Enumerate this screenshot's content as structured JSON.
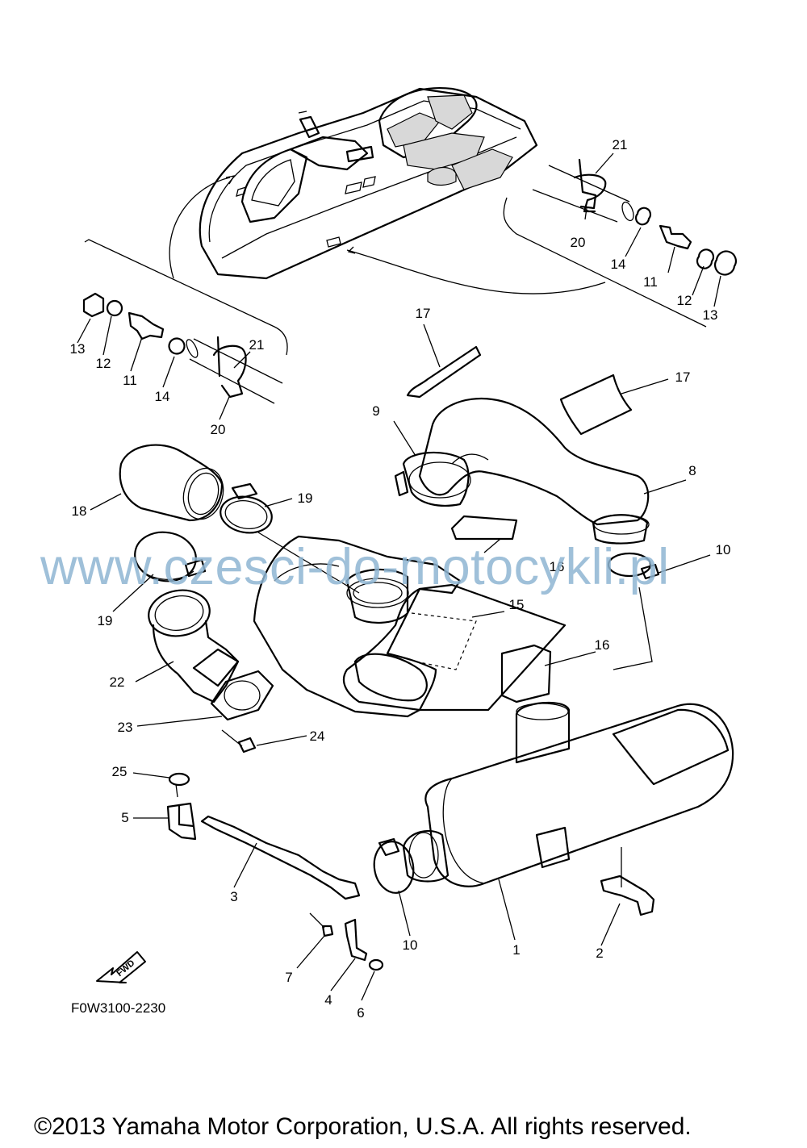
{
  "diagram": {
    "part_labels": {
      "p1": "1",
      "p2": "2",
      "p3": "3",
      "p4": "4",
      "p5": "5",
      "p6": "6",
      "p7": "7",
      "p8": "8",
      "p9": "9",
      "p10a": "10",
      "p10b": "10",
      "p11a": "11",
      "p11b": "11",
      "p12a": "12",
      "p12b": "12",
      "p13a": "13",
      "p13b": "13",
      "p14a": "14",
      "p14b": "14",
      "p15": "15",
      "p16a": "16",
      "p16b": "16",
      "p17a": "17",
      "p17b": "17",
      "p18": "18",
      "p19a": "19",
      "p19b": "19",
      "p20a": "20",
      "p20b": "20",
      "p21a": "21",
      "p21b": "21",
      "p22": "22",
      "p23": "23",
      "p24": "24",
      "p25": "25"
    },
    "fwd_arrow_label": "FWD",
    "drawing_code": "F0W3100-2230"
  },
  "watermark": "www.czesci-do-motocykli.pl",
  "copyright": "©2013 Yamaha Motor Corporation, U.S.A. All rights reserved."
}
